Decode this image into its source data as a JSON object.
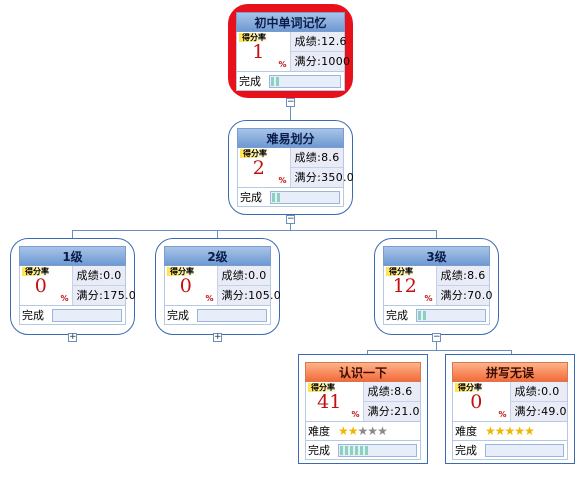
{
  "labels": {
    "score_rate": "得分率",
    "percent": "%",
    "complete": "完成",
    "difficulty": "难度"
  },
  "nodes": {
    "root": {
      "title": "初中单词记忆",
      "score": "1",
      "grade": "成绩:12.6",
      "full": "满分:1000",
      "toggle": "−",
      "progress": 0.01
    },
    "split": {
      "title": "难易划分",
      "score": "2",
      "grade": "成绩:8.6",
      "full": "满分:350.0",
      "toggle": "−",
      "progress": 0.02
    },
    "lv1": {
      "title": "1级",
      "score": "0",
      "grade": "成绩:0.0",
      "full": "满分:175.0",
      "toggle": "+",
      "progress": 0
    },
    "lv2": {
      "title": "2级",
      "score": "0",
      "grade": "成绩:0.0",
      "full": "满分:105.0",
      "toggle": "+",
      "progress": 0
    },
    "lv3": {
      "title": "3级",
      "score": "12",
      "grade": "成绩:8.6",
      "full": "满分:70.0",
      "toggle": "−",
      "progress": 0.12
    },
    "know": {
      "title": "认识一下",
      "score": "41",
      "grade": "成绩:8.6",
      "full": "满分:21.0",
      "stars_on": 2,
      "stars_total": 5,
      "progress": 0.41
    },
    "spell": {
      "title": "拼写无误",
      "score": "0",
      "grade": "成绩:0.0",
      "full": "满分:49.0",
      "stars_on": 5,
      "stars_total": 5,
      "progress": 0
    }
  },
  "colors": {
    "line": "#6b8fc4",
    "root_border": "#e8101a",
    "score": "#c21010",
    "leaf_header": "#f36b3a"
  }
}
